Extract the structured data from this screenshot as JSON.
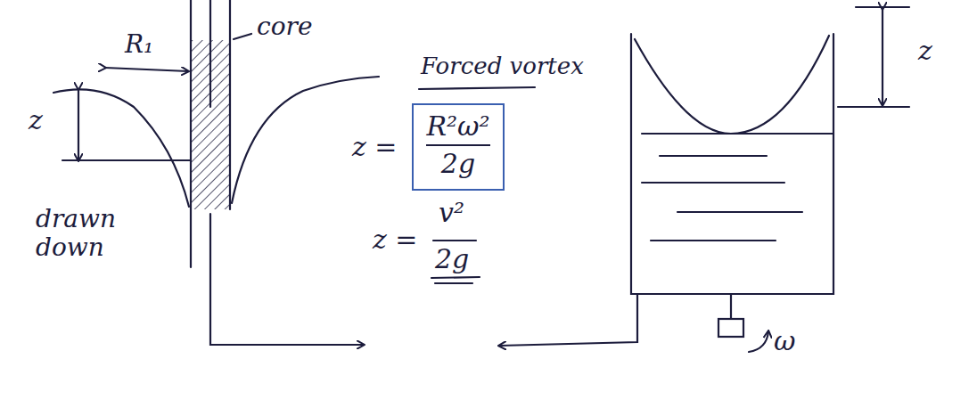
{
  "diagram": {
    "nodes": [
      {
        "text": [
          "R²ω²",
          "2g"
        ]
      }
    ],
    "labels": [
      "R₁",
      "core",
      "z",
      "drawn down",
      "Forced vortex",
      "z =",
      "z =",
      "v²",
      "2g",
      "z",
      "ω"
    ]
  }
}
